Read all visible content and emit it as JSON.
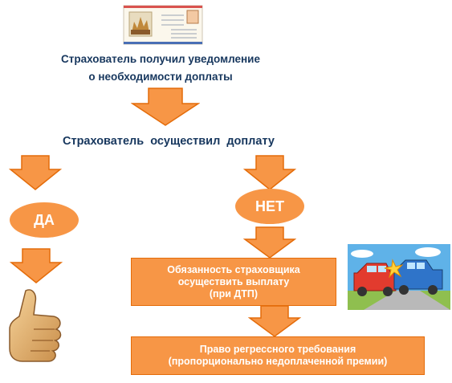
{
  "colors": {
    "arrow": "#F79646",
    "arrow_edge": "#E46C0A",
    "text": "#17375E",
    "box_text": "#FFFFFF"
  },
  "notification": {
    "line1": "Страхователь получил уведомление",
    "line2": "о необходимости доплаты"
  },
  "question": "Страхователь  осуществил  доплату",
  "yes_label": "ДА",
  "no_label": "НЕТ",
  "obligation": {
    "line1": "Обязанность страховщика",
    "line2": "осуществить выплату",
    "line3": "(при ДТП)"
  },
  "recourse": {
    "line1": "Право регрессного требования",
    "line2": "(пропорционально недоплаченной премии)"
  },
  "icons": [
    "envelope-icon",
    "thumbs-up-icon",
    "car-crash-icon",
    "arrow-down-icon"
  ]
}
